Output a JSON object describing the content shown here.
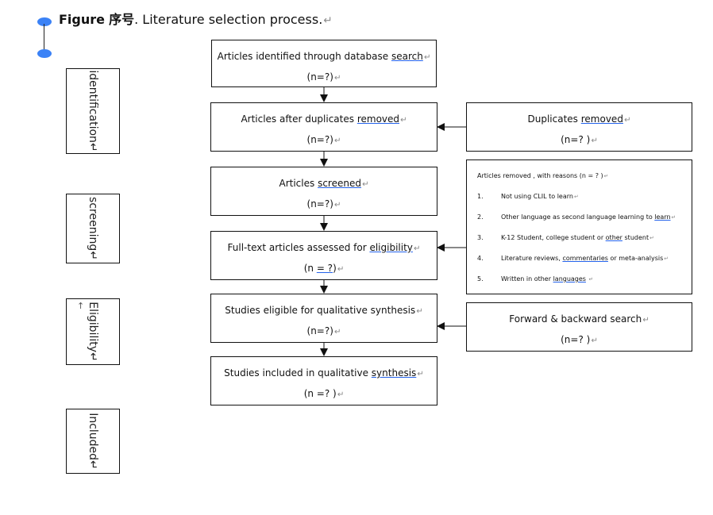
{
  "figure": {
    "label": "Figure",
    "number": "序号",
    "caption": ". Literature selection process."
  },
  "paragraph_mark": "↵",
  "stages": [
    {
      "id": "identification",
      "label": "identification↵"
    },
    {
      "id": "screening",
      "label": "screening↵"
    },
    {
      "id": "eligibility",
      "label": "Eligibility↵"
    },
    {
      "id": "included",
      "label": "Included↵"
    }
  ],
  "flow_boxes": [
    {
      "pre": "Articles identified through database ",
      "u": "search",
      "line2": "(n=?)"
    },
    {
      "pre": "Articles after duplicates ",
      "u": "removed",
      "line2": "(n=?)"
    },
    {
      "pre": "Articles ",
      "u": "screened",
      "line2": "(n=?)"
    },
    {
      "pre": "Full-text articles assessed for ",
      "u": "eligibility",
      "line2_pre": "(n ",
      "line2_u": "= ?",
      "line2_post": ")"
    },
    {
      "pre": "Studies eligible for qualitative synthesis",
      "u": "",
      "line2": "(n=?)"
    },
    {
      "pre": "Studies included in qualitative ",
      "u": "synthesis",
      "line2": "(n =?  )"
    }
  ],
  "side_boxes": {
    "duplicates": {
      "pre": "Duplicates ",
      "u": "removed",
      "line2": "(n=?  )"
    },
    "forward": {
      "pre": "Forward & backward search",
      "u": "",
      "line2": "(n=?  )"
    }
  },
  "reasons": {
    "heading": "Articles removed , with reasons (n = ? )",
    "items": [
      {
        "num": "1.",
        "pre": "Not using CLIL to learn",
        "u": "",
        "post": ""
      },
      {
        "num": "2.",
        "pre": "Other language as second language learning to ",
        "u": "learn",
        "post": ""
      },
      {
        "num": "3.",
        "pre": "K-12 Student, college student or ",
        "u": "other",
        "post": " student"
      },
      {
        "num": "4.",
        "pre": "Literature reviews, ",
        "u": "commentaries",
        "post": " or meta-analysis"
      },
      {
        "num": "5.",
        "pre": "Written in other ",
        "u": "languages",
        "post": " "
      }
    ]
  },
  "stray_mark": "↑"
}
